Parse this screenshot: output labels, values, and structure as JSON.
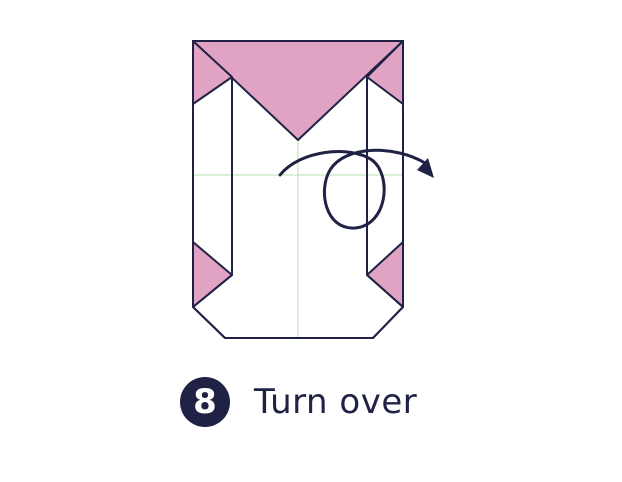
{
  "step": {
    "number": "8",
    "instruction": "Turn over"
  },
  "diagram": {
    "fold_color": "#e0a3c4",
    "line_color": "#1f2244",
    "guide_color": "#b9dfb0",
    "paper_color": "#ffffff",
    "arrow": "turn-over-arrow"
  }
}
